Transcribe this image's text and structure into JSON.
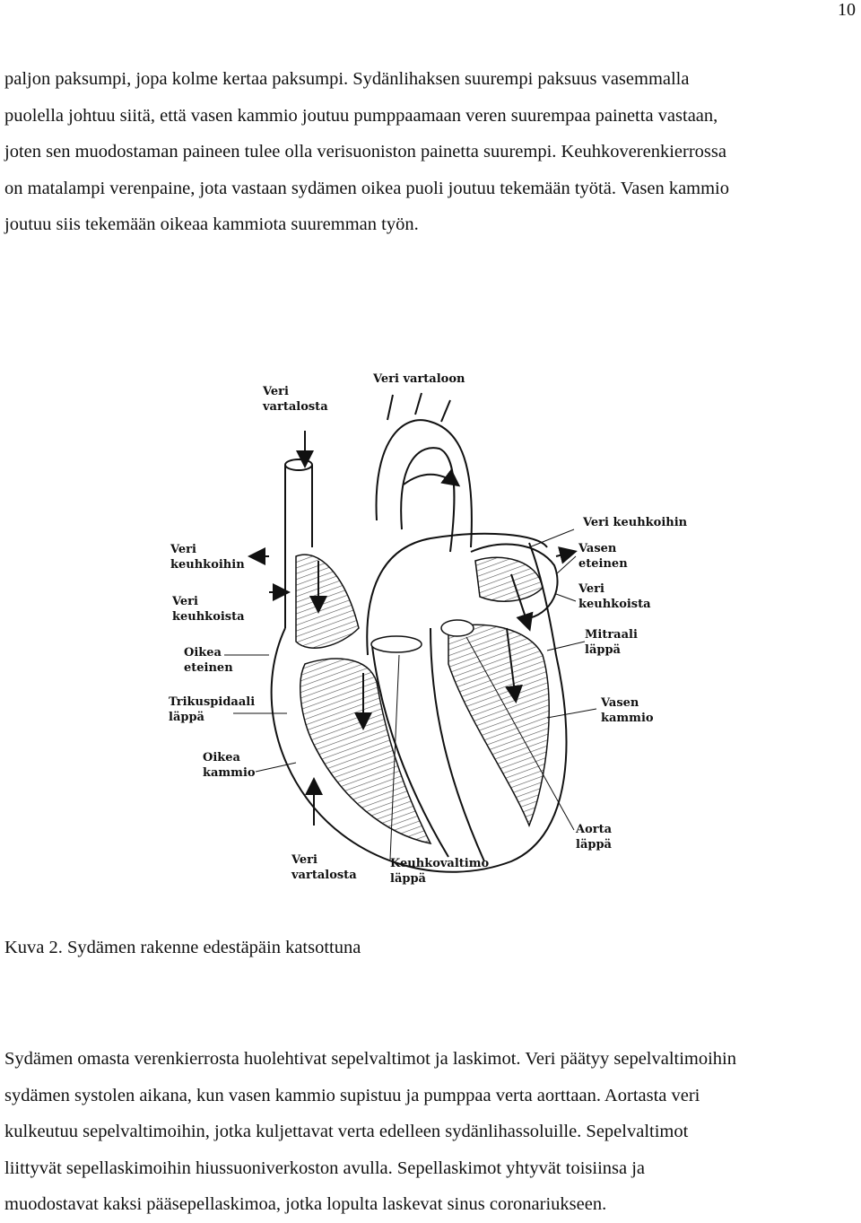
{
  "page_number": "10",
  "paragraph1": {
    "lines": [
      "paljon paksumpi, jopa kolme kertaa paksumpi. Sydänlihaksen suurempi paksuus vasemmalla",
      "puolella johtuu siitä, että vasen kammio joutuu pumppaamaan veren suurempaa painetta vastaan,",
      "joten sen muodostaman paineen tulee olla verisuoniston painetta suurempi. Keuhkoverenkierrossa",
      "on matalampi verenpaine, jota vastaan sydämen oikea puoli joutuu tekemään työtä. Vasen kammio",
      "joutuu siis tekemään oikeaa kammiota suuremman työn."
    ]
  },
  "figure": {
    "labels": {
      "veri_vartalosta_top_1": "Veri",
      "veri_vartalosta_top_2": "vartalosta",
      "veri_vartaloon": "Veri vartaloon",
      "veri_keuhkoihin_right": "Veri keuhkoihin",
      "veri_keuhkoihin_left_1": "Veri",
      "veri_keuhkoihin_left_2": "keuhkoihin",
      "vasen_eteinen_1": "Vasen",
      "vasen_eteinen_2": "eteinen",
      "veri_keuhkoista_left_1": "Veri",
      "veri_keuhkoista_left_2": "keuhkoista",
      "veri_keuhkoista_right_1": "Veri",
      "veri_keuhkoista_right_2": "keuhkoista",
      "mitraali_1": "Mitraali",
      "mitraali_2": "läppä",
      "oikea_eteinen_1": "Oikea",
      "oikea_eteinen_2": "eteinen",
      "trikuspidaali_1": "Trikuspidaali",
      "trikuspidaali_2": "läppä",
      "vasen_kammio_1": "Vasen",
      "vasen_kammio_2": "kammio",
      "oikea_kammio_1": "Oikea",
      "oikea_kammio_2": "kammio",
      "aorta_1": "Aorta",
      "aorta_2": "läppä",
      "veri_vartalosta_bottom_1": "Veri",
      "veri_vartalosta_bottom_2": "vartalosta",
      "keuhkovaltimo_1": "Keuhkovaltimo",
      "keuhkovaltimo_2": "läppä"
    }
  },
  "caption": "Kuva 2. Sydämen rakenne edestäpäin katsottuna",
  "paragraph2": {
    "lines": [
      "Sydämen omasta verenkierrosta huolehtivat sepelvaltimot ja laskimot. Veri päätyy sepelvaltimoihin",
      "sydämen systolen aikana, kun vasen kammio supistuu ja pumppaa verta aorttaan. Aortasta veri",
      "kulkeutuu sepelvaltimoihin, jotka kuljettavat verta edelleen sydänlihassoluille. Sepelvaltimot",
      "liittyvät sepellaskimoihin hiussuoniverkoston avulla. Sepellaskimot yhtyvät toisiinsa ja",
      "muodostavat kaksi pääsepellaskimoa, jotka lopulta laskevat sinus coronariukseen."
    ]
  }
}
